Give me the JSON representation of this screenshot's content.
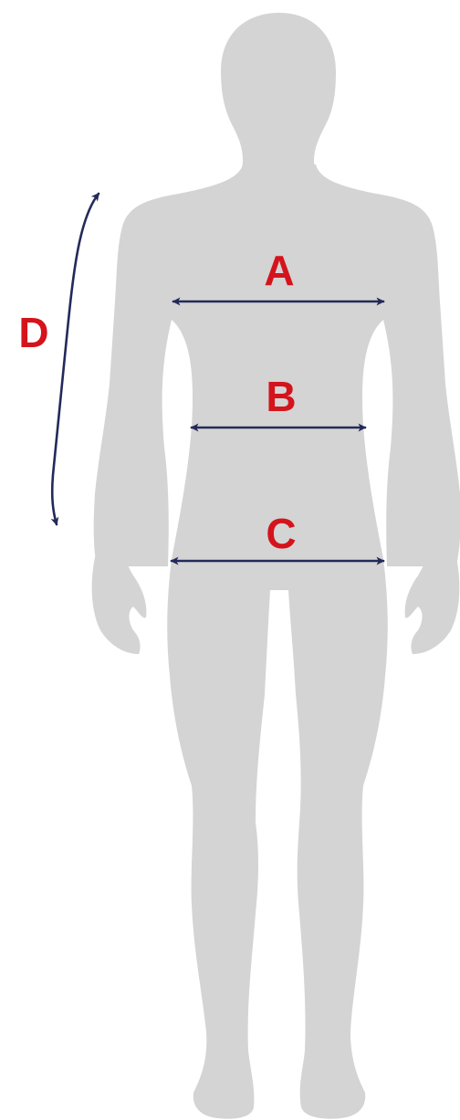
{
  "figure": {
    "background": "#ffffff",
    "silhouette_color": "#d4d4d4",
    "arrow_color": "#232a5a",
    "label_color": "#d4141c"
  },
  "labels": {
    "chest": "A",
    "waist": "B",
    "hips": "C",
    "arm_length": "D"
  }
}
